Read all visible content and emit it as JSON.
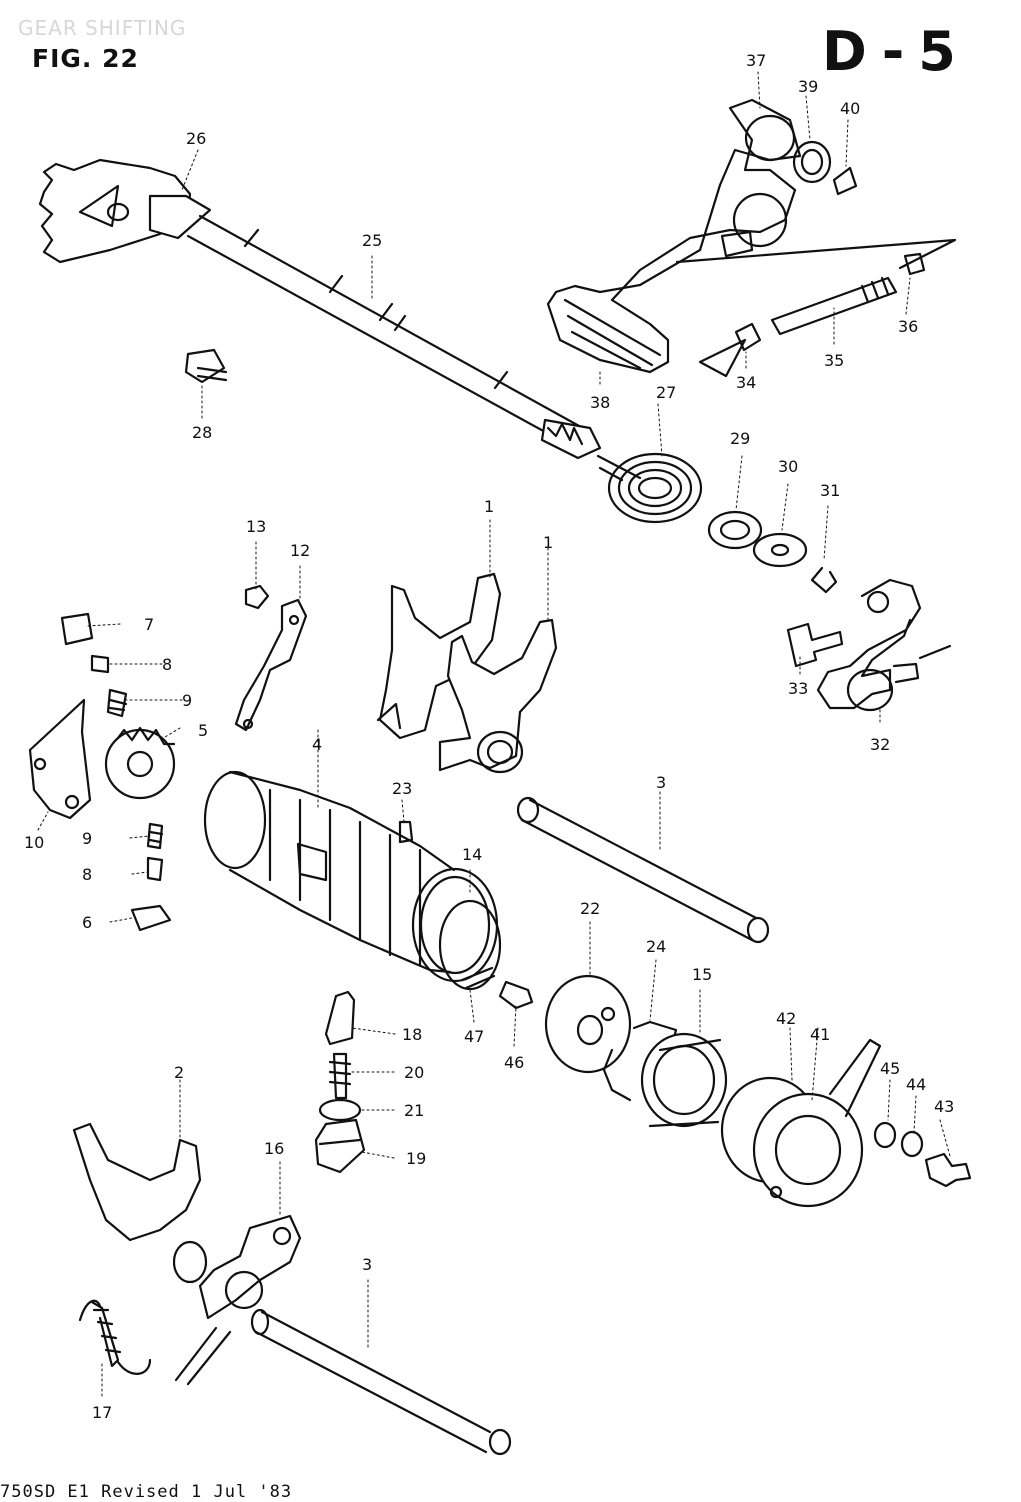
{
  "header": {
    "section_faint": "GEAR SHIFTING",
    "figure_label": "FIG. 22",
    "page_code": "D-5"
  },
  "footer": {
    "revision_text": "750SD E1  Revised 1 Jul   '83"
  },
  "callouts": [
    "1",
    "1",
    "2",
    "3",
    "3",
    "4",
    "5",
    "6",
    "7",
    "8",
    "8",
    "9",
    "9",
    "10",
    "12",
    "13",
    "14",
    "15",
    "16",
    "17",
    "18",
    "19",
    "20",
    "21",
    "22",
    "23",
    "24",
    "25",
    "26",
    "27",
    "28",
    "29",
    "30",
    "31",
    "32",
    "33",
    "34",
    "35",
    "36",
    "37",
    "38",
    "39",
    "40",
    "41",
    "42",
    "43",
    "44",
    "45",
    "46",
    "47"
  ]
}
